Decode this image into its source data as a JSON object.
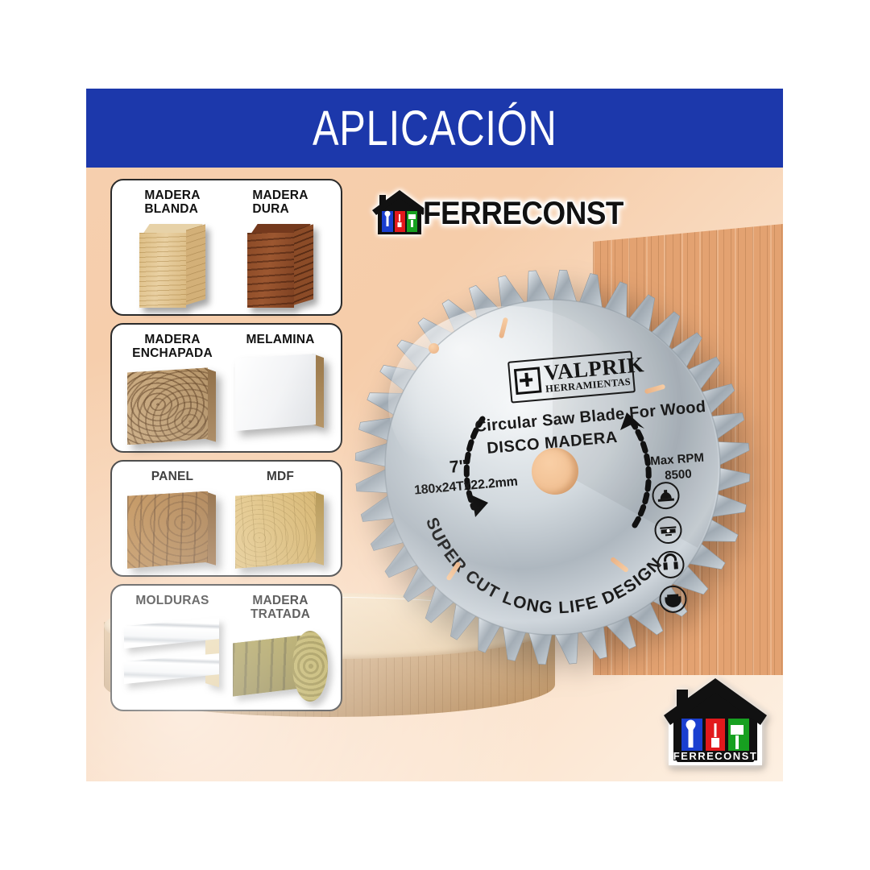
{
  "header": {
    "title": "APLICACIÓN",
    "bar_color": "#1c38ab",
    "title_color": "#ffffff"
  },
  "brand": {
    "name": "FERRECONST",
    "logo_icon_top": "ferreconst-house-logo",
    "logo_icon_bottom": "ferreconst-house-badge",
    "house_colors": {
      "wrench_panel": "#1a3fd0",
      "screwdriver_panel": "#e2191c",
      "brush_panel": "#17a020",
      "roof": "#111111"
    }
  },
  "application_cards": [
    {
      "id": "card-madera-blanda-dura",
      "items": [
        {
          "label": "MADERA\nBLANDA",
          "swatch": "softwood-block"
        },
        {
          "label": "MADERA\nDURA",
          "swatch": "hardwood-block"
        }
      ]
    },
    {
      "id": "card-enchapada-melamina",
      "items": [
        {
          "label": "MADERA\nENCHAPADA",
          "swatch": "veneer-board"
        },
        {
          "label": "MELAMINA",
          "swatch": "melamine-board"
        }
      ]
    },
    {
      "id": "card-panel-mdf",
      "items": [
        {
          "label": "PANEL",
          "swatch": "panel-board"
        },
        {
          "label": "MDF",
          "swatch": "mdf-board"
        }
      ]
    },
    {
      "id": "card-molduras-tratada",
      "items": [
        {
          "label": "MOLDURAS",
          "swatch": "moulding-strips"
        },
        {
          "label": "MADERA\nTRATADA",
          "swatch": "treated-log"
        }
      ]
    }
  ],
  "product": {
    "blade_brand": "VALPRIK",
    "blade_brand_sub": "HERRAMIENTAS",
    "line_english": "Circular Saw Blade For Wood",
    "line_spanish": "DISCO MADERA",
    "diameter_inch": "7\"",
    "dimensions": "180x24Tx22.2mm",
    "rpm_label": "Max RPM",
    "rpm_value": "8500",
    "curved_text": "SUPER CUT LONG LIFE DESIGN",
    "safety_icons": [
      "hard-hat-icon",
      "goggles-icon",
      "ear-muffs-icon",
      "dust-mask-icon"
    ],
    "rotation_arrows": [
      "arrow-left-curve",
      "arrow-right-curve"
    ]
  },
  "scene": {
    "background_color": "#f6cfae",
    "plank_color": "#e5a877",
    "pedestal_top_color": "#f6e2c6",
    "pedestal_body_color": "#c9a173"
  }
}
